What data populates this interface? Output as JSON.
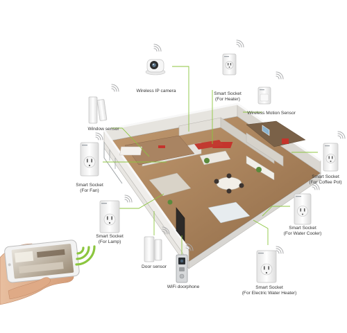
{
  "colors": {
    "connector": "#8cc63f",
    "signal": "#8cc63f",
    "device_body": "#f4f4f4",
    "device_edge": "#c9c9c9",
    "label_text": "#333333",
    "wall": "#dcdad5",
    "floor": "#b08a63",
    "accent_red": "#c4342c"
  },
  "devices": {
    "ip_camera": {
      "lines": [
        "Wireless IP camera"
      ],
      "icon": "ip-camera-icon"
    },
    "socket_heater": {
      "lines": [
        "Smart Socket",
        "(For Heater)"
      ],
      "icon": "smart-socket-icon"
    },
    "motion_sensor": {
      "lines": [
        "Wireless Motion Sensor"
      ],
      "icon": "motion-sensor-icon"
    },
    "window_sensor": {
      "lines": [
        "Window sensor"
      ],
      "icon": "window-sensor-icon"
    },
    "socket_coffee": {
      "lines": [
        "Smart Socket",
        "(For Coffee Pot)"
      ],
      "icon": "smart-socket-icon"
    },
    "socket_fan": {
      "lines": [
        "Smart Socket",
        "(For Fan)"
      ],
      "icon": "smart-socket-icon"
    },
    "socket_water_cooler": {
      "lines": [
        "Smart Socket",
        "(For Water Cooler)"
      ],
      "icon": "smart-socket-icon"
    },
    "socket_lamp": {
      "lines": [
        "Smart Socket",
        "(For Lamp)"
      ],
      "icon": "smart-socket-icon"
    },
    "door_sensor": {
      "lines": [
        "Door sensor"
      ],
      "icon": "door-sensor-icon"
    },
    "wifi_doorphone": {
      "lines": [
        "WiFi doorphone"
      ],
      "icon": "doorphone-icon"
    },
    "socket_water_heater": {
      "lines": [
        "Smart Socket",
        "(For Electric Water Heater)"
      ],
      "icon": "smart-socket-icon"
    }
  },
  "phone": {
    "icon": "smartphone-icon",
    "signal_icon": "wifi-signal-icon"
  }
}
